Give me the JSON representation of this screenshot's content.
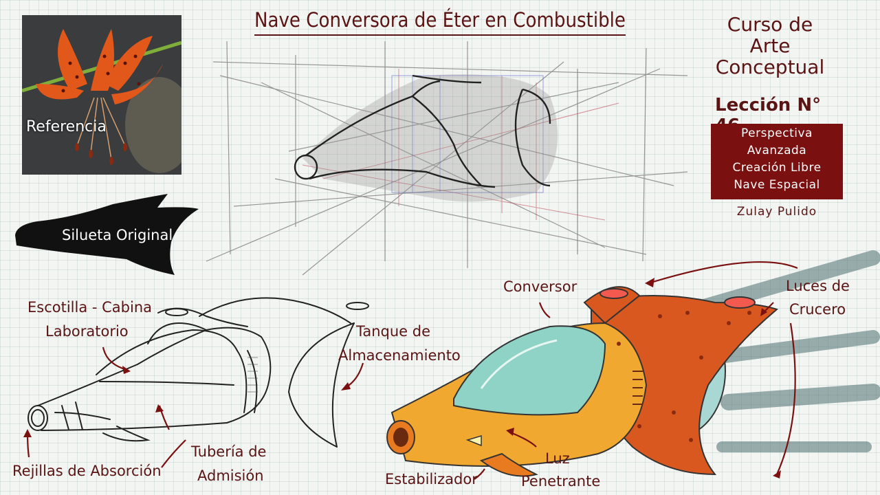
{
  "title": "Nave Conversora de Éter en Combustible",
  "reference_label": "Referencia",
  "silhouette_label": "Silueta Original",
  "course": {
    "line1": "Curso de",
    "line2": "Arte",
    "line3": "Conceptual",
    "lesson": "Lección N° 46",
    "topics": [
      "Perspectiva",
      "Avanzada",
      "Creación Libre",
      "Nave Espacial"
    ],
    "author": "Zulay Pulido"
  },
  "sketch_labels": {
    "hatch_line1": "Escotilla - Cabina",
    "hatch_line2": "Laboratorio",
    "tank_line1": "Tanque de",
    "tank_line2": "Almacenamiento",
    "grilles": "Rejillas de Absorción",
    "pipe_line1": "Tubería de",
    "pipe_line2": "Admisión"
  },
  "color_labels": {
    "converter": "Conversor",
    "lights_line1": "Luces de",
    "lights_line2": "Crucero",
    "stabilizer": "Estabilizador",
    "light_line1": "Luz",
    "light_line2": "Penetrante"
  },
  "colors": {
    "label": "#5b1414",
    "panel": "#7a1010",
    "ship_orange": "#d8581f",
    "ship_glass": "#8fd3c6",
    "ship_yellow": "#f0a830"
  }
}
